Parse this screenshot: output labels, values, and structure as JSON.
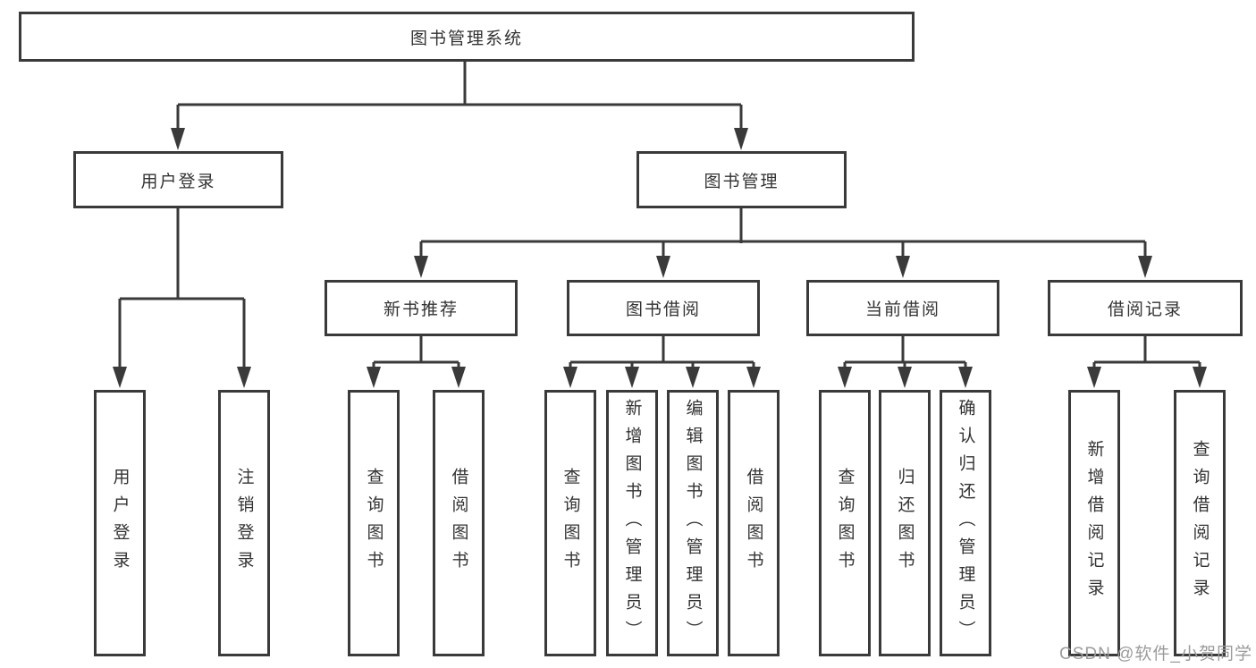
{
  "colors": {
    "line": "#3a3a3a",
    "text": "#333333",
    "background": "#ffffff",
    "watermark": "#9b9b9b"
  },
  "diagram": {
    "root": {
      "label": "图书管理系统"
    },
    "branches": [
      {
        "label": "用户登录",
        "children": [
          {
            "label": "用户登录"
          },
          {
            "label": "注销登录"
          }
        ]
      },
      {
        "label": "图书管理",
        "children": [
          {
            "label": "新书推荐",
            "children": [
              {
                "label": "查询图书"
              },
              {
                "label": "借阅图书"
              }
            ]
          },
          {
            "label": "图书借阅",
            "children": [
              {
                "label": "查询图书"
              },
              {
                "label": "新增图书（管理员）"
              },
              {
                "label": "编辑图书（管理员）"
              },
              {
                "label": "借阅图书"
              }
            ]
          },
          {
            "label": "当前借阅",
            "children": [
              {
                "label": "查询图书"
              },
              {
                "label": "归还图书"
              },
              {
                "label": "确认归还（管理员）"
              }
            ]
          },
          {
            "label": "借阅记录",
            "children": [
              {
                "label": "新增借阅记录"
              },
              {
                "label": "查询借阅记录"
              }
            ]
          }
        ]
      }
    ]
  },
  "watermark": {
    "text": "CSDN @软件_小贺同学"
  }
}
